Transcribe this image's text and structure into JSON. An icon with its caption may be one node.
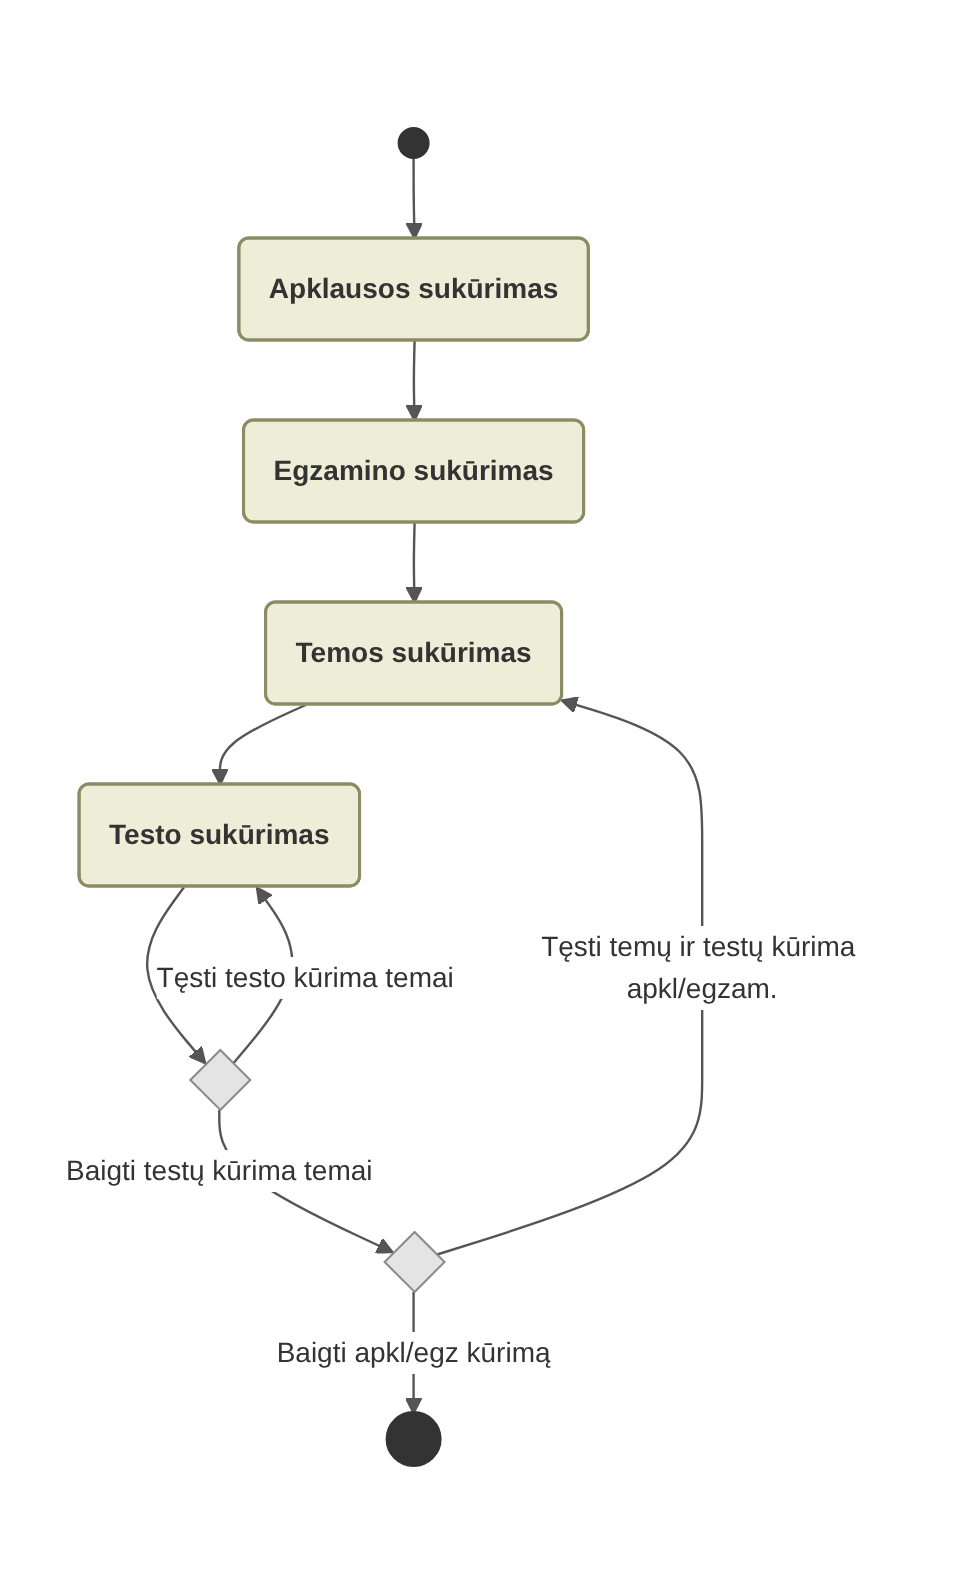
{
  "diagram": {
    "nodes": [
      {
        "text": [],
        "shape": "circle"
      },
      {
        "text": [
          "Apklausos sukūrimas"
        ]
      },
      {
        "text": [
          "Egzamino sukūrimas"
        ]
      },
      {
        "text": [
          "Temos sukūrimas"
        ]
      },
      {
        "text": [
          "Testo sukūrimas"
        ]
      },
      {
        "text": [],
        "shape": "diamond"
      },
      {
        "text": [],
        "shape": "diamond"
      },
      {
        "text": [],
        "shape": "circle"
      }
    ],
    "edges": [
      {
        "from": 0,
        "to": 1,
        "arrow": "to"
      },
      {
        "from": 1,
        "to": 2,
        "arrow": "to"
      },
      {
        "from": 2,
        "to": 3,
        "arrow": "to"
      },
      {
        "from": 3,
        "to": 4,
        "arrow": "to"
      },
      {
        "from": 4,
        "to": 5,
        "arrow": "to"
      },
      {
        "from": 5,
        "to": 4,
        "label": "Tęsti testo kūrima temai",
        "arrow": "to"
      },
      {
        "from": 5,
        "to": 6,
        "label": "Baigti testų kūrima temai",
        "arrow": "to"
      },
      {
        "from": 6,
        "to": 3,
        "label": "Tęsti temų ir testų kūrima apkl/egzam.",
        "arrow": "to"
      },
      {
        "from": 6,
        "to": 7,
        "label": "Baigti apkl/egz kūrimą",
        "arrow": "to"
      }
    ]
  }
}
